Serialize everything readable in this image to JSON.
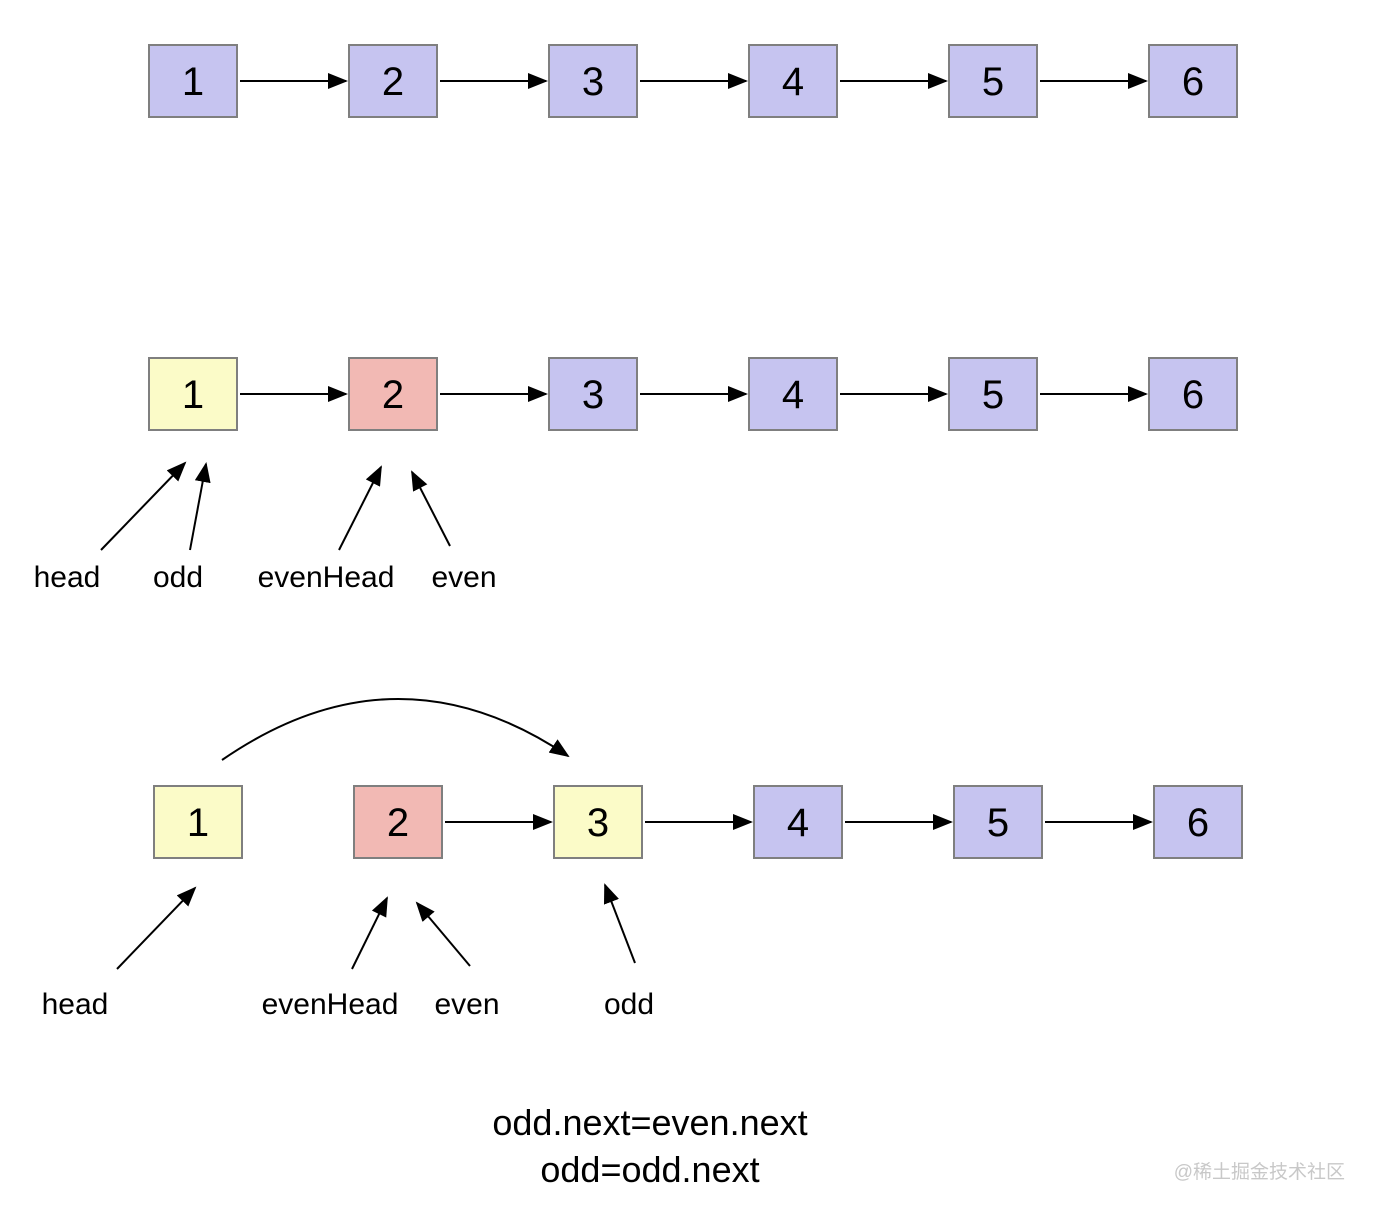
{
  "colors": {
    "node_blue": "#c6c4f0",
    "node_yellow": "#fbfbc8",
    "node_pink": "#f2b9b4",
    "node_border": "#7f7f7f",
    "arrow_black": "#000000",
    "watermark_gray": "#c8c8c8"
  },
  "rows": {
    "row1": {
      "nodes": [
        "1",
        "2",
        "3",
        "4",
        "5",
        "6"
      ]
    },
    "row2": {
      "nodes": [
        "1",
        "2",
        "3",
        "4",
        "5",
        "6"
      ],
      "pointer_labels": [
        "head",
        "odd",
        "evenHead",
        "even"
      ]
    },
    "row3": {
      "nodes": [
        "1",
        "2",
        "3",
        "4",
        "5",
        "6"
      ],
      "pointer_labels": [
        "head",
        "evenHead",
        "even",
        "odd"
      ]
    }
  },
  "code_lines": [
    "odd.next=even.next",
    "odd=odd.next"
  ],
  "watermark": "@稀土掘金技术社区"
}
